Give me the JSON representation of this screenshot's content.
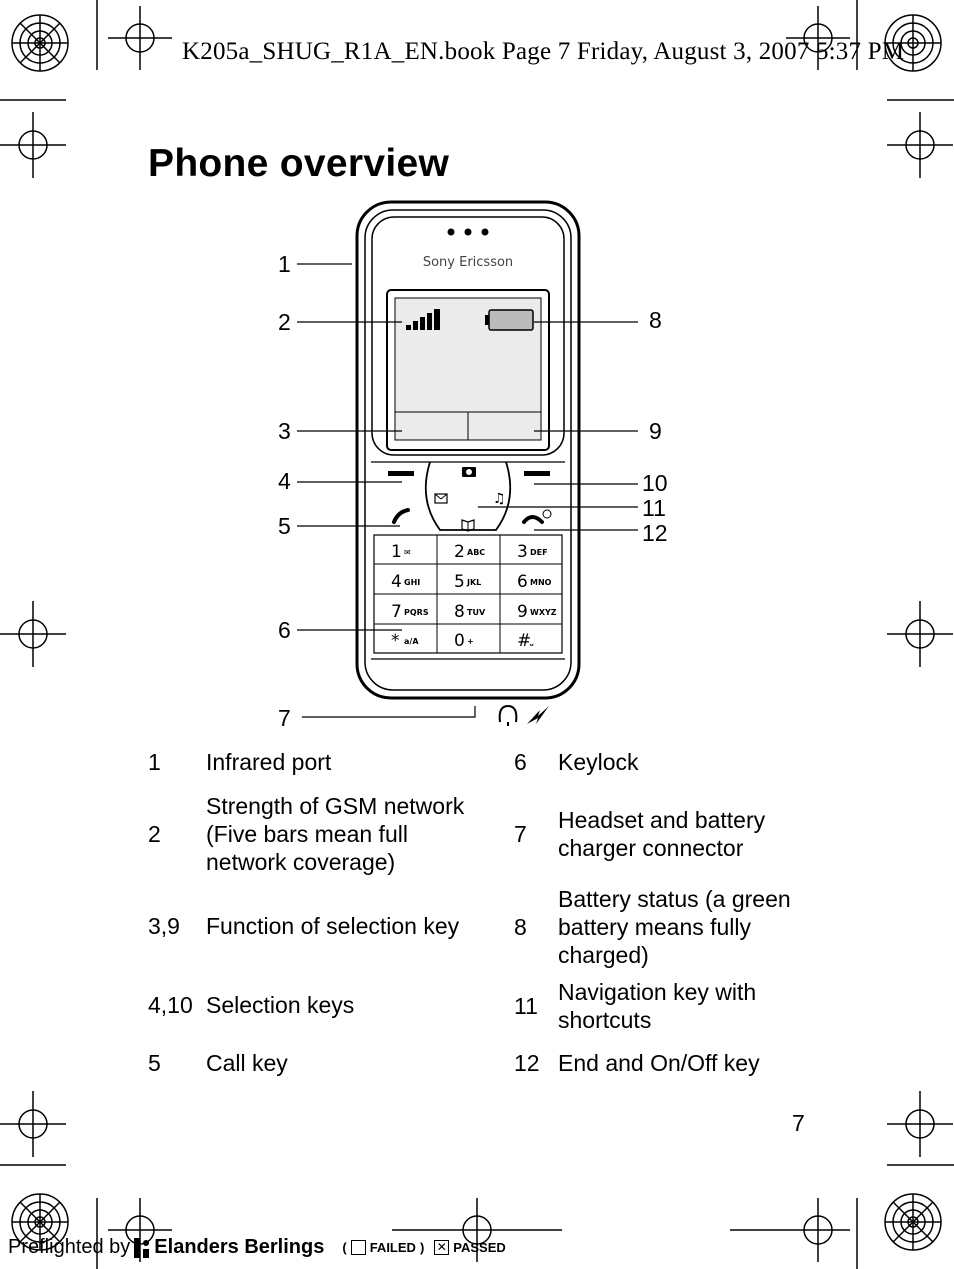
{
  "header": {
    "text": "K205a_SHUG_R1A_EN.book  Page 7  Friday, August 3, 2007  5:37 PM"
  },
  "page_title": "Phone overview",
  "phone": {
    "brand": "Sony Ericsson",
    "keys": [
      {
        "digit": "1",
        "letters": "✉"
      },
      {
        "digit": "2",
        "letters": "ABC"
      },
      {
        "digit": "3",
        "letters": "DEF"
      },
      {
        "digit": "4",
        "letters": "GHI"
      },
      {
        "digit": "5",
        "letters": "JKL"
      },
      {
        "digit": "6",
        "letters": "MNO"
      },
      {
        "digit": "7",
        "letters": "PQRS"
      },
      {
        "digit": "8",
        "letters": "TUV"
      },
      {
        "digit": "9",
        "letters": "WXYZ"
      },
      {
        "digit": "*",
        "letters": "a/A"
      },
      {
        "digit": "0",
        "letters": "+"
      },
      {
        "digit": "#",
        "letters": "⎵"
      }
    ],
    "callouts": [
      "1",
      "2",
      "3",
      "4",
      "5",
      "6",
      "7",
      "8",
      "9",
      "10",
      "11",
      "12"
    ]
  },
  "legend": {
    "left": [
      {
        "num": "1",
        "text": "Infrared port"
      },
      {
        "num": "2",
        "text": "Strength of GSM network (Five bars mean full network coverage)"
      },
      {
        "num": "3,9",
        "text": "Function of selection key"
      },
      {
        "num": "4,10",
        "text": "Selection keys"
      },
      {
        "num": "5",
        "text": "Call key"
      }
    ],
    "right": [
      {
        "num": "6",
        "text": "Keylock"
      },
      {
        "num": "7",
        "text": "Headset and battery charger connector"
      },
      {
        "num": "8",
        "text": "Battery status (a green battery means fully charged)"
      },
      {
        "num": "11",
        "text": "Navigation key with shortcuts"
      },
      {
        "num": "12",
        "text": "End and On/Off key"
      }
    ]
  },
  "page_number": "7",
  "footer": {
    "prefix": "Preflighted by",
    "brand": "Elanders Berlings",
    "failed_label": "FAILED",
    "passed_label": "PASSED"
  }
}
